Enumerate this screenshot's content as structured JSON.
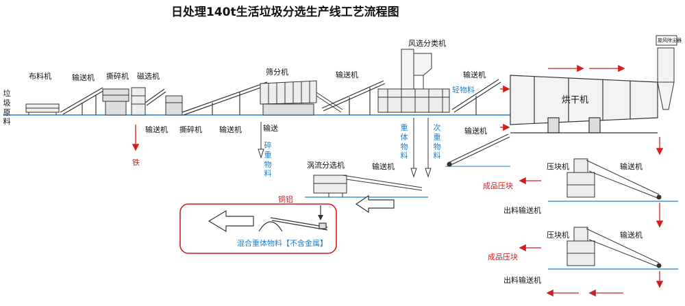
{
  "title": "日处理140t生活垃圾分选生产线工艺流程图",
  "colors": {
    "line": "#333333",
    "ground": "#1a7fd1",
    "accent_red": "#d21e1e",
    "text_blue": "#1a7fd1"
  },
  "labels": {
    "raw_material": "垃圾原料",
    "spreader": "布料机",
    "conveyor_1": "输送机",
    "shredder_1": "撕碎机",
    "magnetic": "磁选机",
    "screen": "筛分机",
    "conveyor_2": "输送机",
    "air_separator": "风选分类机",
    "conveyor_3": "输送机",
    "light_material": "轻物料",
    "dryer": "烘干机",
    "dust_collector": "旋风除尘器",
    "conveyor_below_1": "输送机",
    "shredder_2": "撕碎机",
    "conveyor_below_2": "输送机",
    "conveyor_below_3": "输送",
    "iron": "铁",
    "crushed_heavy": "碎重物料",
    "heavy_material": "重体物料",
    "secondary_heavy": "次重物料",
    "eddy_current": "涡流分选机",
    "conveyor_eddy": "输送机",
    "conveyor_right": "输送机",
    "copper_aluminum": "铜铝",
    "mixed_heavy": "混合重体物料【不含金属】",
    "briquetter_1": "压块机",
    "conveyor_brq_1": "输送机",
    "product_block_1": "成品压块",
    "outfeed_1": "出料输送机",
    "briquetter_2": "压块机",
    "conveyor_brq_2": "输送机",
    "product_block_2": "成品压块",
    "outfeed_2": "出料输送机"
  }
}
